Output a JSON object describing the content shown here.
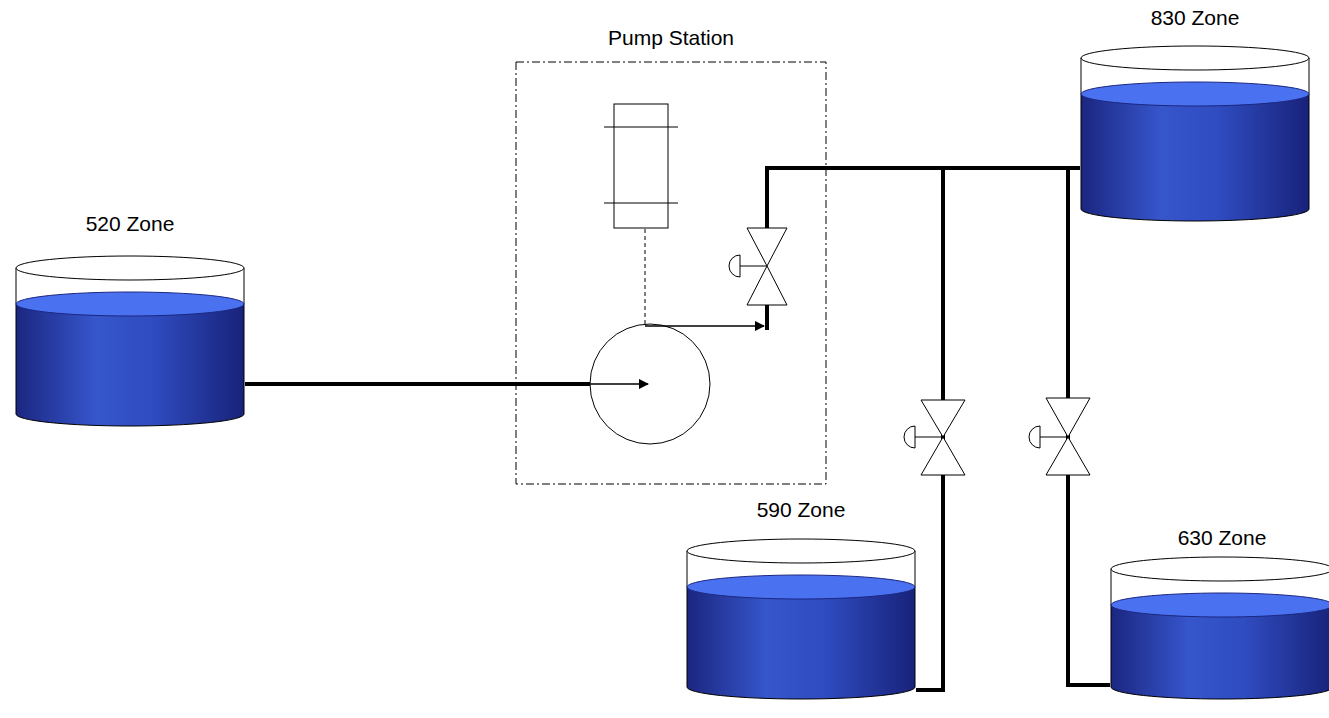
{
  "diagram": {
    "nodes": [
      {
        "text": [
          "830 Zone"
        ]
      },
      {
        "text": [
          "Pump Station"
        ]
      },
      {
        "text": [
          "520 Zone"
        ]
      },
      {
        "text": [
          "590 Zone"
        ]
      },
      {
        "text": [
          "630 Zone"
        ]
      }
    ],
    "edges": [
      {
        "from": 2,
        "to": 1,
        "arrow": "none"
      },
      {
        "from": 1,
        "to": 0,
        "arrow": "none"
      },
      {
        "from": 1,
        "to": 3,
        "arrow": "none"
      },
      {
        "from": 1,
        "to": 4,
        "arrow": "none"
      }
    ]
  }
}
